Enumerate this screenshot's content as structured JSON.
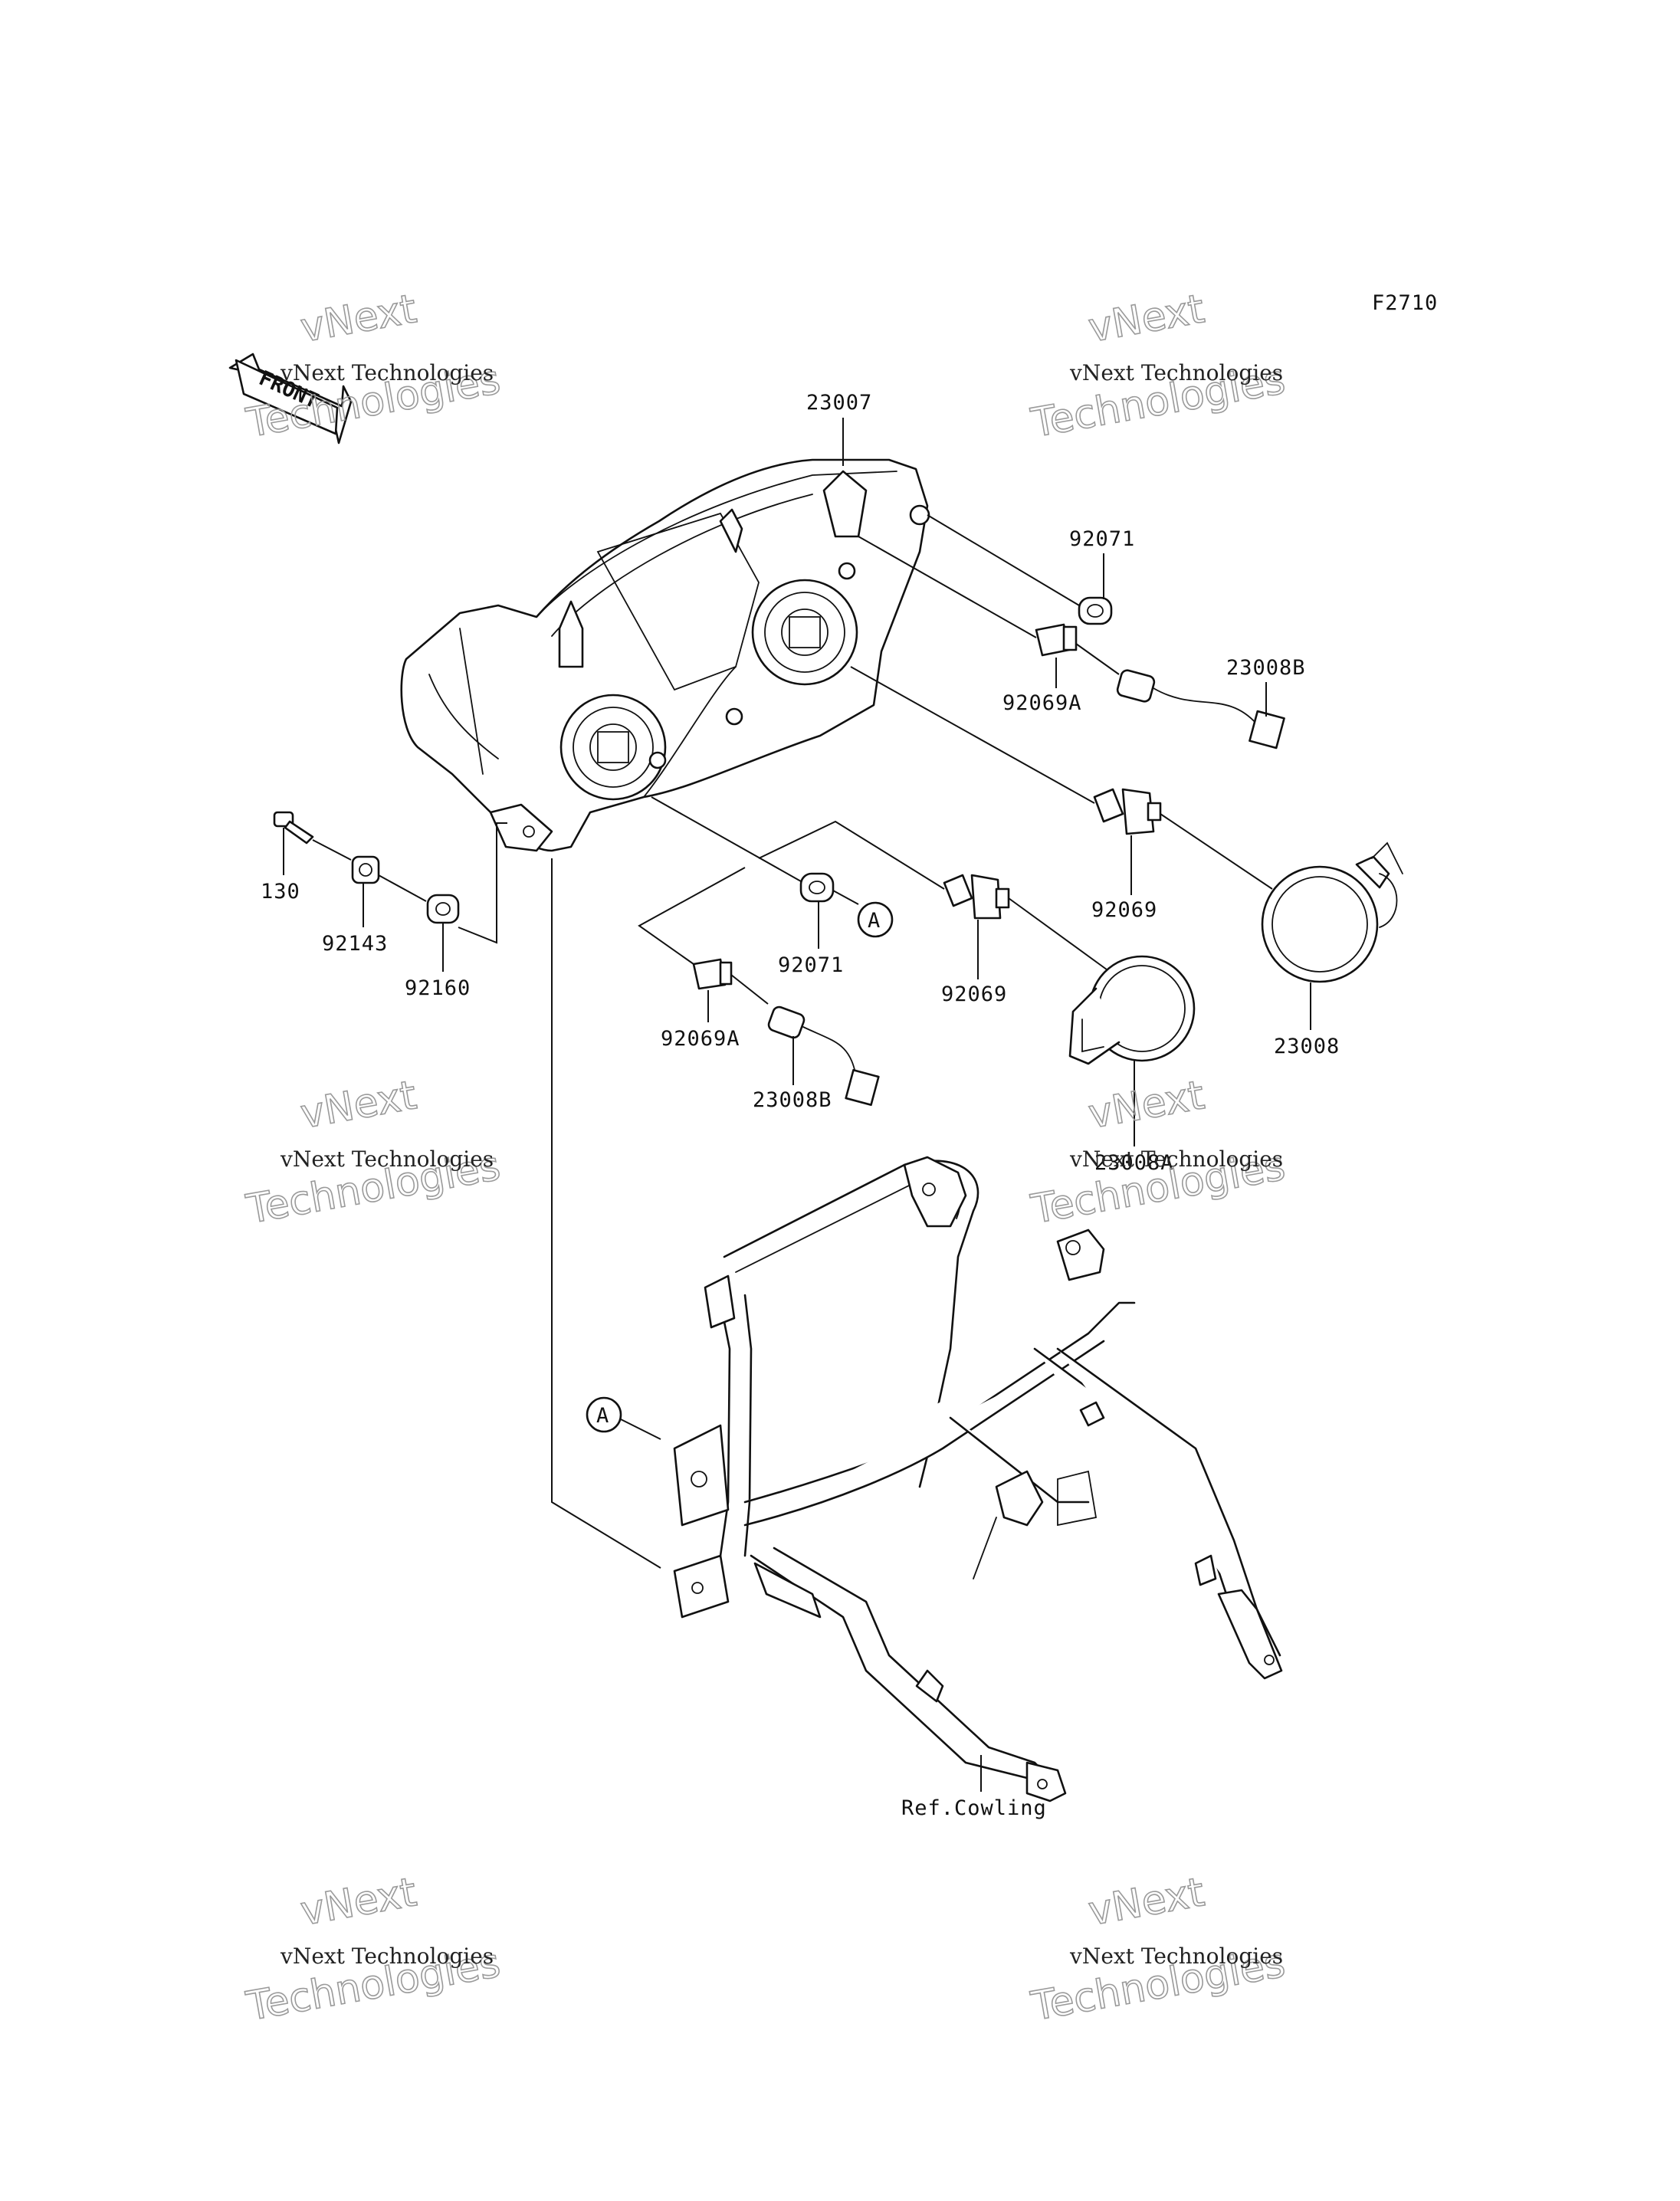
{
  "figure_code": "F2710",
  "front_arrow": "FRONT",
  "watermark": {
    "line1": "vNext Technologies",
    "line2a": "vNext",
    "line2b": "Technologies"
  },
  "callout_letter": "A",
  "labels": {
    "p23007": "23007",
    "p92071_top": "92071",
    "p23008B_top": "23008B",
    "p92069A_top": "92069A",
    "p92069_right": "92069",
    "p130": "130",
    "p92143": "92143",
    "p92160": "92160",
    "p92071_mid": "92071",
    "p92069_mid": "92069",
    "p23008": "23008",
    "p92069A_low": "92069A",
    "p23008B_low": "23008B",
    "p23008A": "23008A",
    "ref_cowling": "Ref.Cowling"
  }
}
